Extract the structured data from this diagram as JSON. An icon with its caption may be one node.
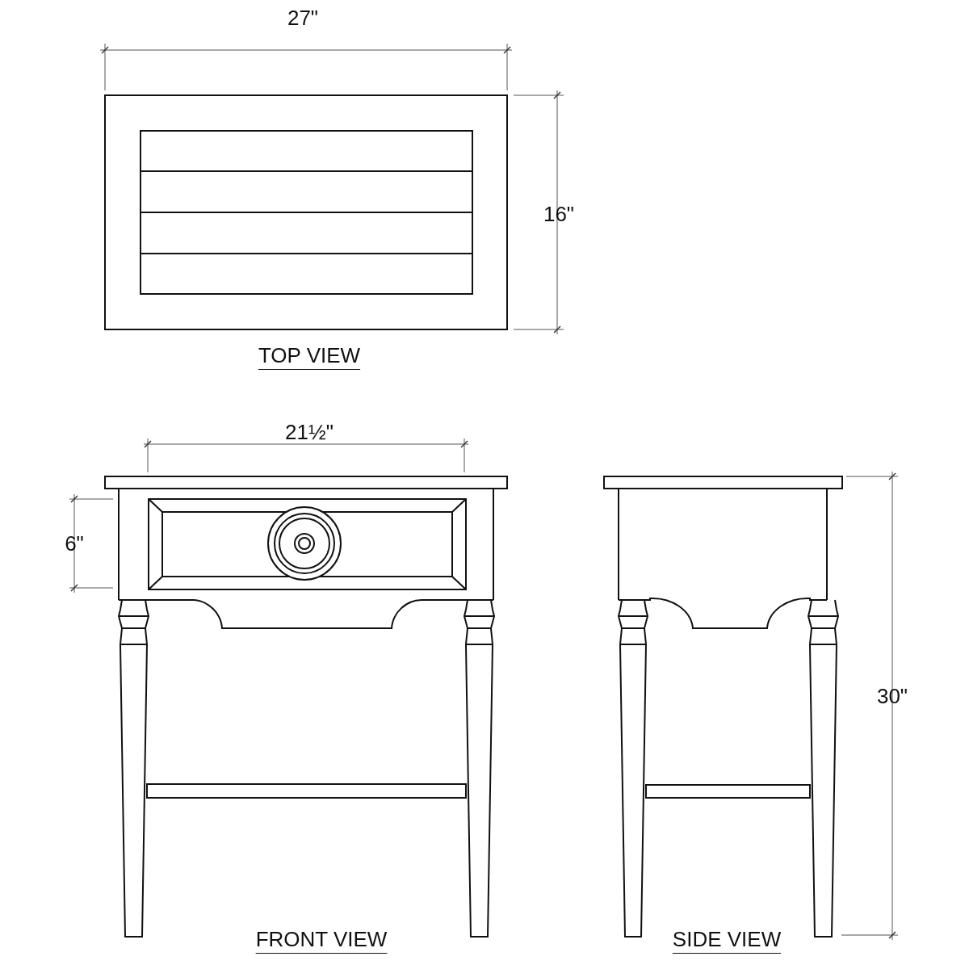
{
  "diagram": {
    "labels": [
      "27\"",
      "16\"",
      "TOP VIEW",
      "21½\"",
      "6\"",
      "FRONT VIEW",
      "30\"",
      "SIDE VIEW"
    ]
  }
}
